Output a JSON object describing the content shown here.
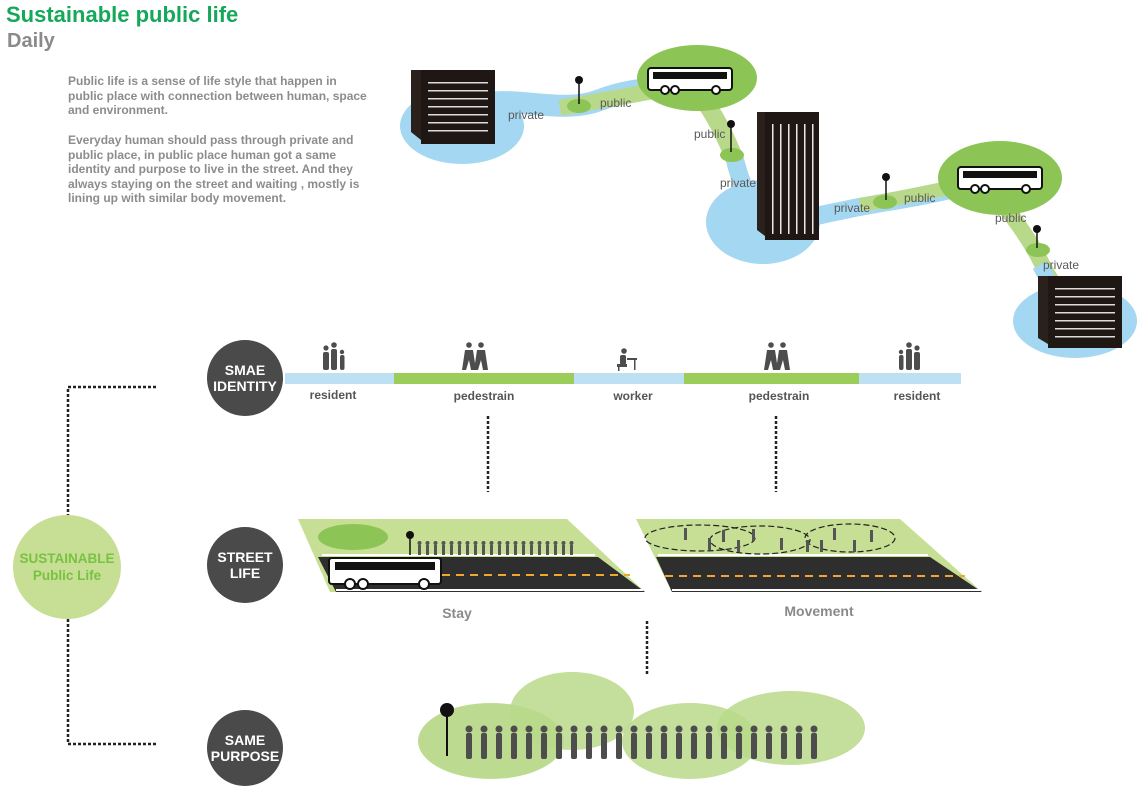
{
  "header": {
    "title": "Sustainable public life",
    "subtitle": "Daily"
  },
  "intro": {
    "paragraph1": "Public life is a sense of life style that happen in public place with connection between human, space and environment.",
    "paragraph2": "Everyday human should pass through private and public place, in public place human got a same identity and purpose to live in the street. And they always staying on the street and waiting , mostly is lining up with similar body movement."
  },
  "network": {
    "labels": [
      "private",
      "public",
      "public",
      "private",
      "private",
      "public",
      "public",
      "private"
    ]
  },
  "hub": {
    "line1": "SUSTAINABLE",
    "line2": "Public Life"
  },
  "identity": {
    "title_line1": "SMAE",
    "title_line2": "IDENTITY",
    "segments": [
      {
        "label": "resident",
        "color": "#bde1f3"
      },
      {
        "label": "pedestrain",
        "color": "#9ccc5a"
      },
      {
        "label": "worker",
        "color": "#bde1f3"
      },
      {
        "label": "pedestrain",
        "color": "#9ccc5a"
      },
      {
        "label": "resident",
        "color": "#bde1f3"
      }
    ]
  },
  "street": {
    "title_line1": "STREET",
    "title_line2": "LIFE",
    "stay_label": "Stay",
    "movement_label": "Movement"
  },
  "purpose": {
    "title_line1": "SAME",
    "title_line2": "PURPOSE"
  },
  "colors": {
    "title_green": "#16a85a",
    "light_blue": "#a3d7f2",
    "light_green": "#b9d98a",
    "mid_green": "#8cc455",
    "dark": "#4a4a4a"
  }
}
